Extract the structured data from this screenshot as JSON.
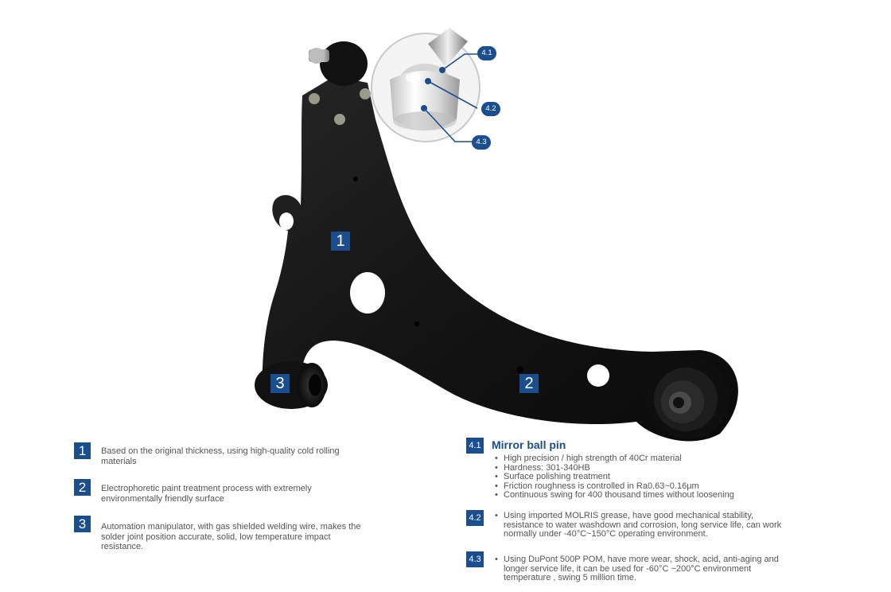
{
  "callouts": {
    "c41": "4.1",
    "c42": "4.2",
    "c43": "4.3"
  },
  "arm_labels": {
    "l1": "1",
    "l2": "2",
    "l3": "3"
  },
  "features": [
    {
      "num": "1",
      "text": "Based on the original thickness, using high-quality cold rolling materials"
    },
    {
      "num": "2",
      "text": "Electrophoretic paint treatment process with extremely environmentally friendly surface"
    },
    {
      "num": "3",
      "text": "Automation manipulator, with gas shielded welding wire, makes the solder joint position accurate, solid, low temperature impact resistance."
    }
  ],
  "specs": {
    "s41": {
      "num": "4.1",
      "title": "Mirror ball pin",
      "items": [
        "High precision / high strength of 40Cr material",
        "Hardness: 301-340HB",
        "Surface polishing treatment",
        "Friction roughness is controlled in Ra0.63~0.16μm",
        "Continuous swing for 400 thousand times without loosening"
      ]
    },
    "s42": {
      "num": "4.2",
      "items": [
        "Using imported MOLRIS grease, have good mechanical stability, resistance to water washdown and corrosion, long service life, can work normally under -40°C~150°C operating environment."
      ]
    },
    "s43": {
      "num": "4.3",
      "items": [
        "Using DuPont 500P POM, have more wear, shock, acid, anti-aging and longer service life, it can be used for -60°C ~200°C environment temperature , swing 5 million time."
      ]
    }
  },
  "colors": {
    "accent": "#1a4e8e",
    "text": "#555555",
    "arm": "#161616"
  }
}
